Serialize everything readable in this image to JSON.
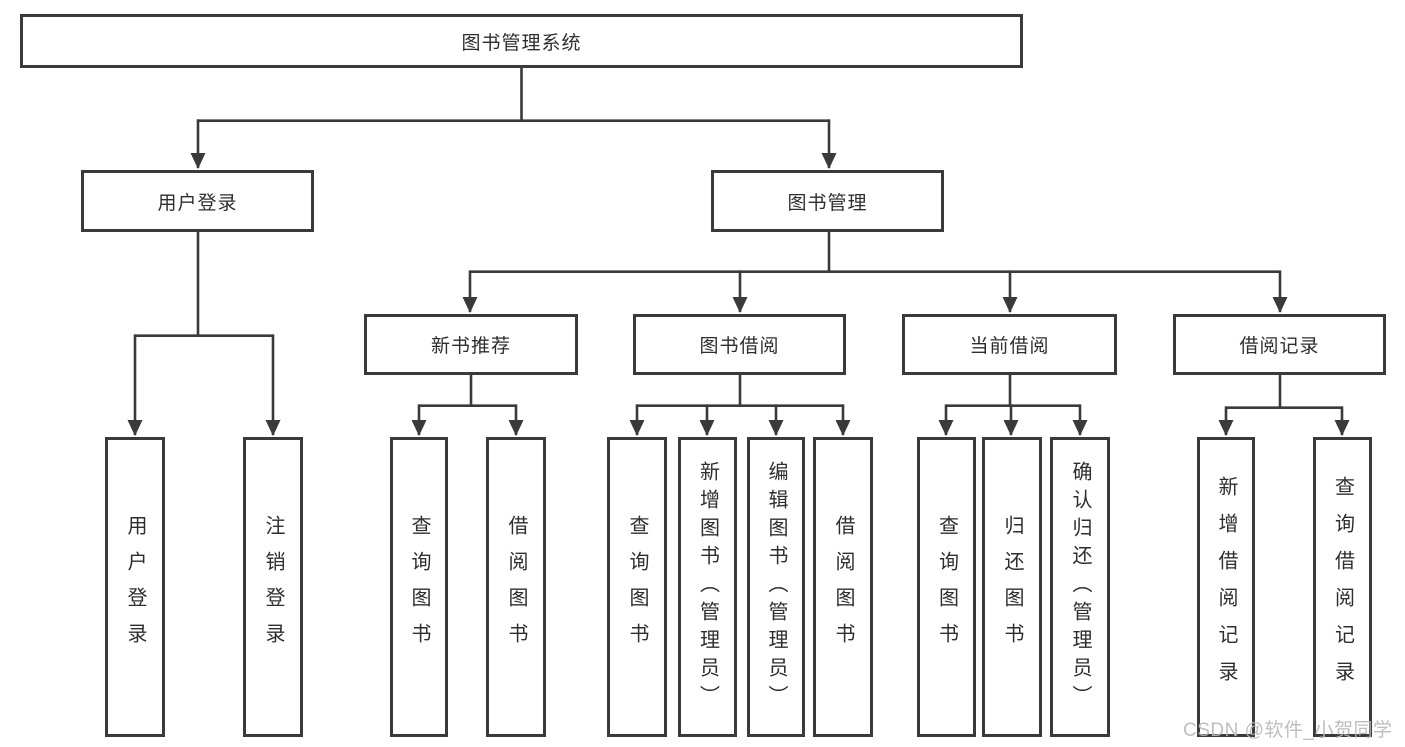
{
  "diagram_title": "图书管理系统",
  "nodes": {
    "root": {
      "label": "图书管理系统"
    },
    "user_login_branch": {
      "label": "用户登录"
    },
    "book_management": {
      "label": "图书管理"
    },
    "new_book_recommend": {
      "label": "新书推荐"
    },
    "book_borrowing": {
      "label": "图书借阅"
    },
    "current_borrowing": {
      "label": "当前借阅"
    },
    "borrowing_records": {
      "label": "借阅记录"
    },
    "user_login": {
      "label": "用户登录"
    },
    "logout": {
      "label": "注销登录"
    },
    "nbr_query_books": {
      "label": "查询图书"
    },
    "nbr_borrow_books": {
      "label": "借阅图书"
    },
    "bb_query_books": {
      "label": "查询图书"
    },
    "bb_add_books": {
      "label": "新增图书（管理员）"
    },
    "bb_edit_books": {
      "label": "编辑图书（管理员）"
    },
    "bb_borrow_books": {
      "label": "借阅图书"
    },
    "cb_query_books": {
      "label": "查询图书"
    },
    "cb_return_books": {
      "label": "归还图书"
    },
    "cb_confirm_return": {
      "label": "确认归还（管理员）"
    },
    "br_add_record": {
      "label": "新增借阅记录"
    },
    "br_query_record": {
      "label": "查询借阅记录"
    }
  },
  "hierarchy": {
    "root": [
      "user_login_branch",
      "book_management"
    ],
    "user_login_branch": [
      "user_login",
      "logout"
    ],
    "book_management": [
      "new_book_recommend",
      "book_borrowing",
      "current_borrowing",
      "borrowing_records"
    ],
    "new_book_recommend": [
      "nbr_query_books",
      "nbr_borrow_books"
    ],
    "book_borrowing": [
      "bb_query_books",
      "bb_add_books",
      "bb_edit_books",
      "bb_borrow_books"
    ],
    "current_borrowing": [
      "cb_query_books",
      "cb_return_books",
      "cb_confirm_return"
    ],
    "borrowing_records": [
      "br_add_record",
      "br_query_record"
    ]
  },
  "watermark": "CSDN @软件_小贺同学",
  "colors": {
    "line": "#3a3a3a",
    "box_border": "#3a3a3a",
    "background": "#ffffff",
    "text": "#2e2e2e",
    "watermark": "#b9b9b9"
  }
}
